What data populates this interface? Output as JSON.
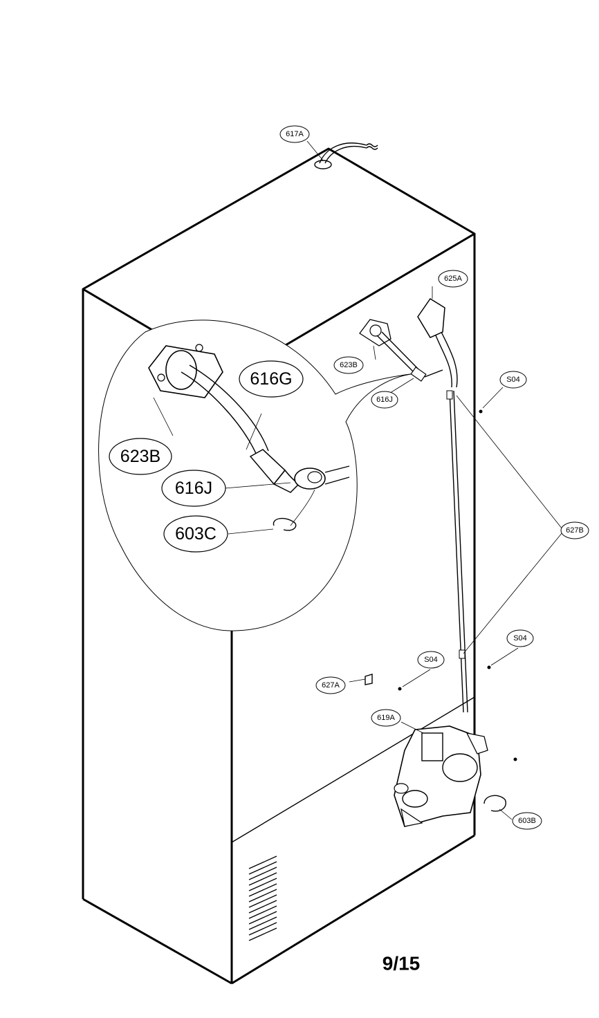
{
  "page_number": "9/15",
  "callouts": {
    "c617A": "617A",
    "c625A": "625A",
    "c623B_small": "623B",
    "c616J_small": "616J",
    "c604_top": "S04",
    "c627B": "627B",
    "c604_right": "S04",
    "c604_mid": "S04",
    "c627A": "627A",
    "c619A": "619A",
    "c603B": "603B",
    "c616G_large": "616G",
    "c623B_large": "623B",
    "c616J_large": "616J",
    "c603C_large": "603C"
  }
}
